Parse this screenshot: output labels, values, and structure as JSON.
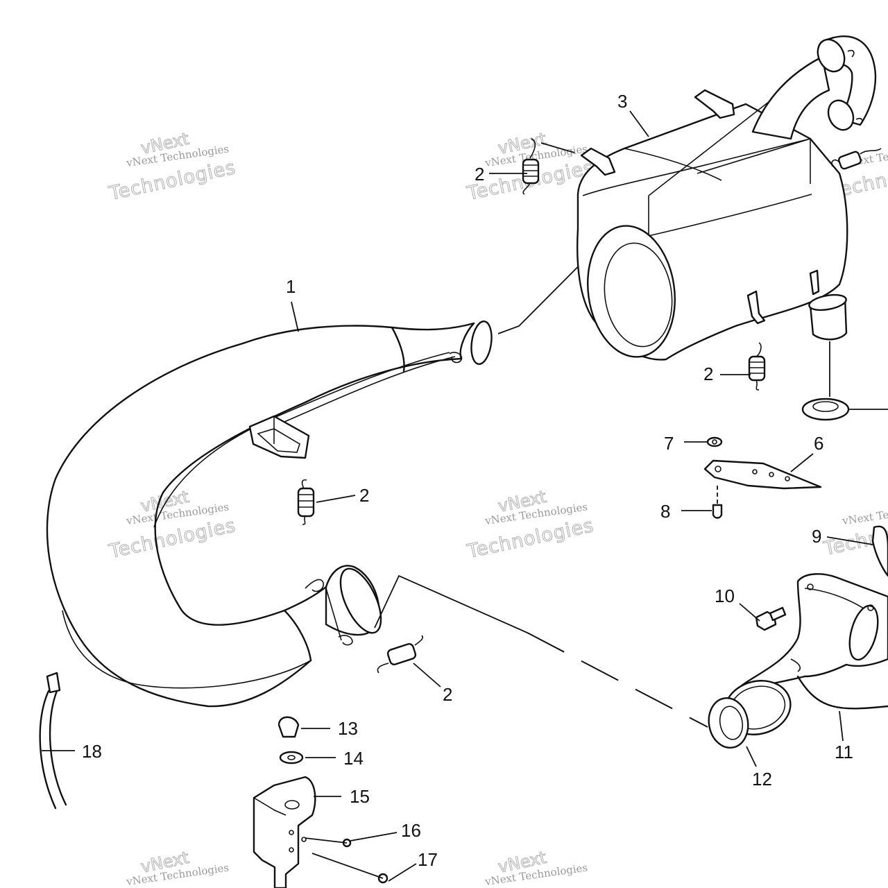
{
  "diagram": {
    "callouts": {
      "c1": "1",
      "c2a": "2",
      "c2b": "2",
      "c2c": "2",
      "c2d": "2",
      "c3": "3",
      "c6": "6",
      "c7": "7",
      "c8": "8",
      "c9": "9",
      "c10": "10",
      "c11": "11",
      "c12": "12",
      "c13": "13",
      "c14": "14",
      "c15": "15",
      "c16": "16",
      "c17": "17",
      "c18": "18"
    },
    "watermark": {
      "line1": "vNext Technologies",
      "line2": "Technologies",
      "line3": "vNext"
    },
    "colors": {
      "line": "#111111",
      "watermark": "#b5b5b5",
      "background": "#ffffff"
    }
  }
}
